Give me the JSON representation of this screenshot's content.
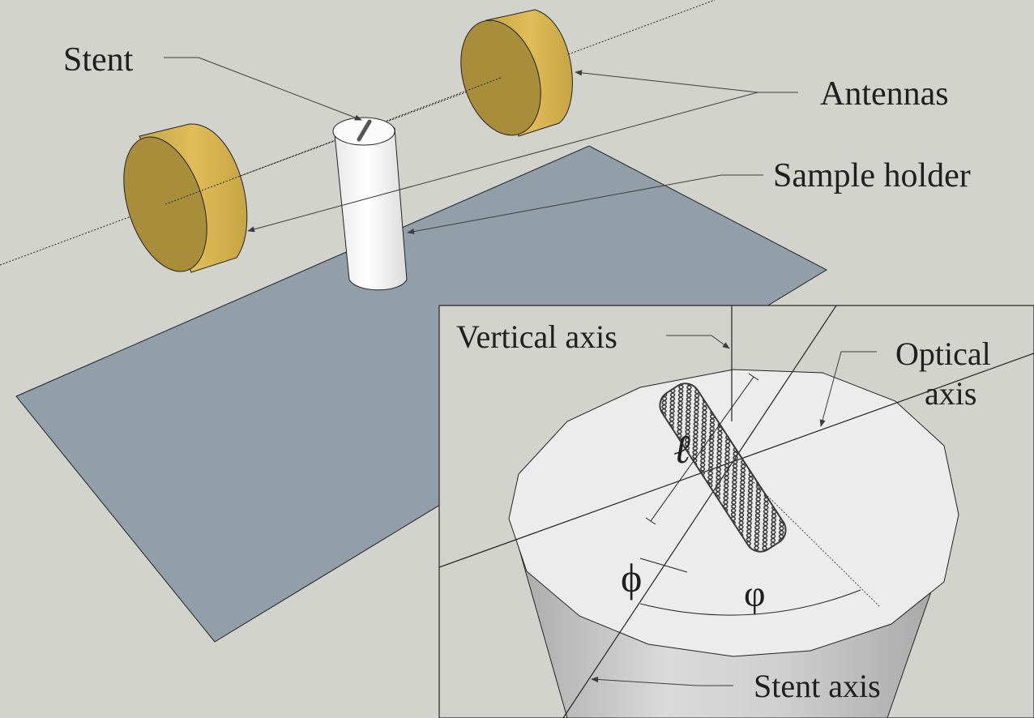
{
  "labels": {
    "stent": "Stent",
    "antennas": "Antennas",
    "sample_holder": "Sample holder",
    "vertical_axis": "Vertical axis",
    "optical_axis_line1": "Optical",
    "optical_axis_line2": "axis",
    "stent_axis": "Stent axis",
    "length_symbol": "ℓ",
    "diameter_symbol": "ϕ",
    "angle_symbol": "φ"
  },
  "colors": {
    "background": "#d3d3cd",
    "floor_plane": "#929fa8",
    "antenna_side": "#d6b34e",
    "antenna_face": "#a88d3a",
    "holder": "#f7f7f7",
    "inset_top": "#ececec",
    "inset_side": "#c9c9c9",
    "stent_mesh": "#3a3a3a"
  }
}
